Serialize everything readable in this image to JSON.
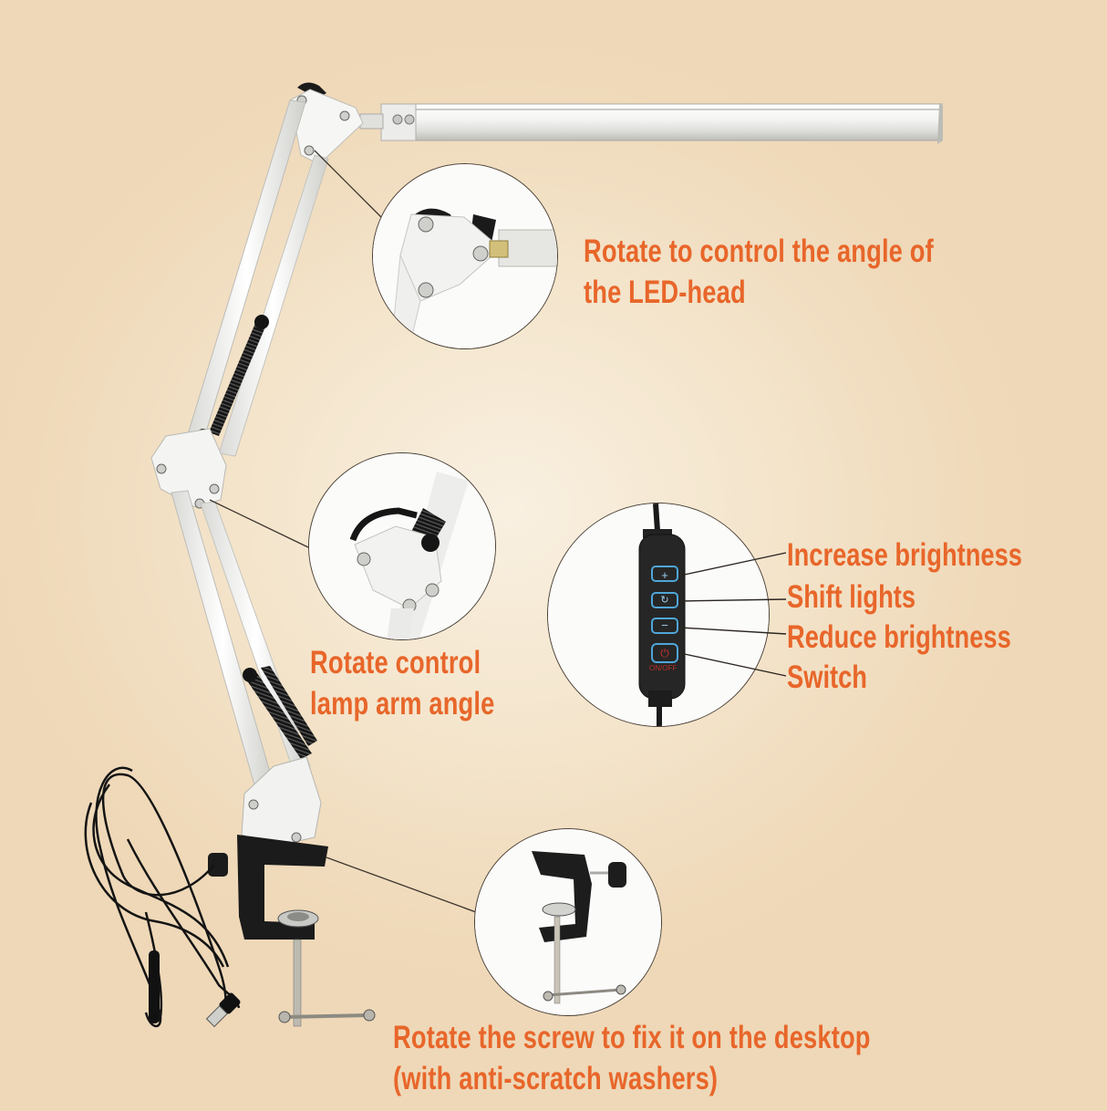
{
  "theme": {
    "background": "#EFD9B9",
    "background_center": "#F9F0E1",
    "caption_color": "#E8662A",
    "lamp_white": "#F4F4F2",
    "lamp_black": "#1E1E1E",
    "controller_button_outline": "#4FA6D8",
    "power_icon_color": "#D8322A"
  },
  "product": {
    "name": "swing-arm-led-desk-lamp",
    "parts": [
      "led-head",
      "upper-arm",
      "lower-arm",
      "springs",
      "desk-clamp",
      "usb-cable",
      "inline-controller"
    ]
  },
  "callouts": [
    {
      "id": "led-head",
      "lines": [
        "Rotate to control the angle of",
        "the LED-head"
      ]
    },
    {
      "id": "arm-angle",
      "lines": [
        "Rotate control",
        "lamp arm angle"
      ]
    },
    {
      "id": "desk-clamp",
      "lines": [
        "Rotate the screw to fix it on the desktop",
        "(with anti-scratch washers)"
      ]
    }
  ],
  "controller": {
    "buttons": [
      {
        "symbol": "+",
        "label": "Increase brightness"
      },
      {
        "symbol": "↻",
        "label": "Shift lights"
      },
      {
        "symbol": "−",
        "label": "Reduce brightness"
      },
      {
        "symbol": "⏻",
        "label": "Switch"
      }
    ],
    "power_caption": "ON/OFF"
  }
}
